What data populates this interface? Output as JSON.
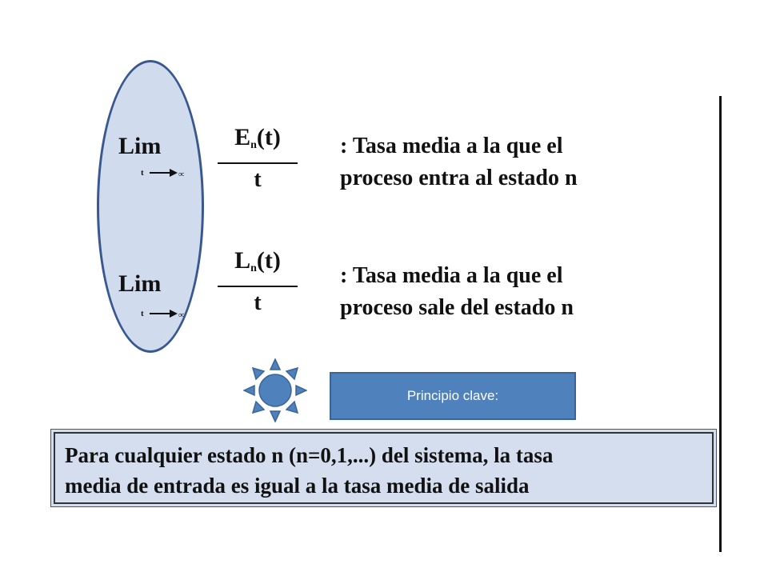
{
  "limits": [
    {
      "lim": "Lim",
      "sub_var": "t",
      "numerator_main": "E",
      "numerator_sub": "n",
      "numerator_arg": "(t)",
      "denominator": "t",
      "desc_line1": ": Tasa media a la que el",
      "desc_line2": "proceso entra al estado n"
    },
    {
      "lim": "Lim",
      "sub_var": "t",
      "numerator_main": "L",
      "numerator_sub": "n",
      "numerator_arg": "(t)",
      "denominator": "t",
      "desc_line1": ": Tasa media a la que el",
      "desc_line2": "proceso sale del estado n"
    }
  ],
  "key_button": {
    "label": "Principio clave:"
  },
  "principle": {
    "line1": "Para cualquier estado n (n=0,1,...) del sistema, la tasa",
    "line2": "media de entrada es igual a la tasa media de salida"
  },
  "colors": {
    "ellipse_fill": "#d1dbee",
    "ellipse_stroke": "#3a5890",
    "button_fill": "#4f81bd",
    "sun_fill": "#4f81bd"
  },
  "icons": {
    "sun": "sun-icon",
    "arrow": "right-arrow-icon"
  }
}
